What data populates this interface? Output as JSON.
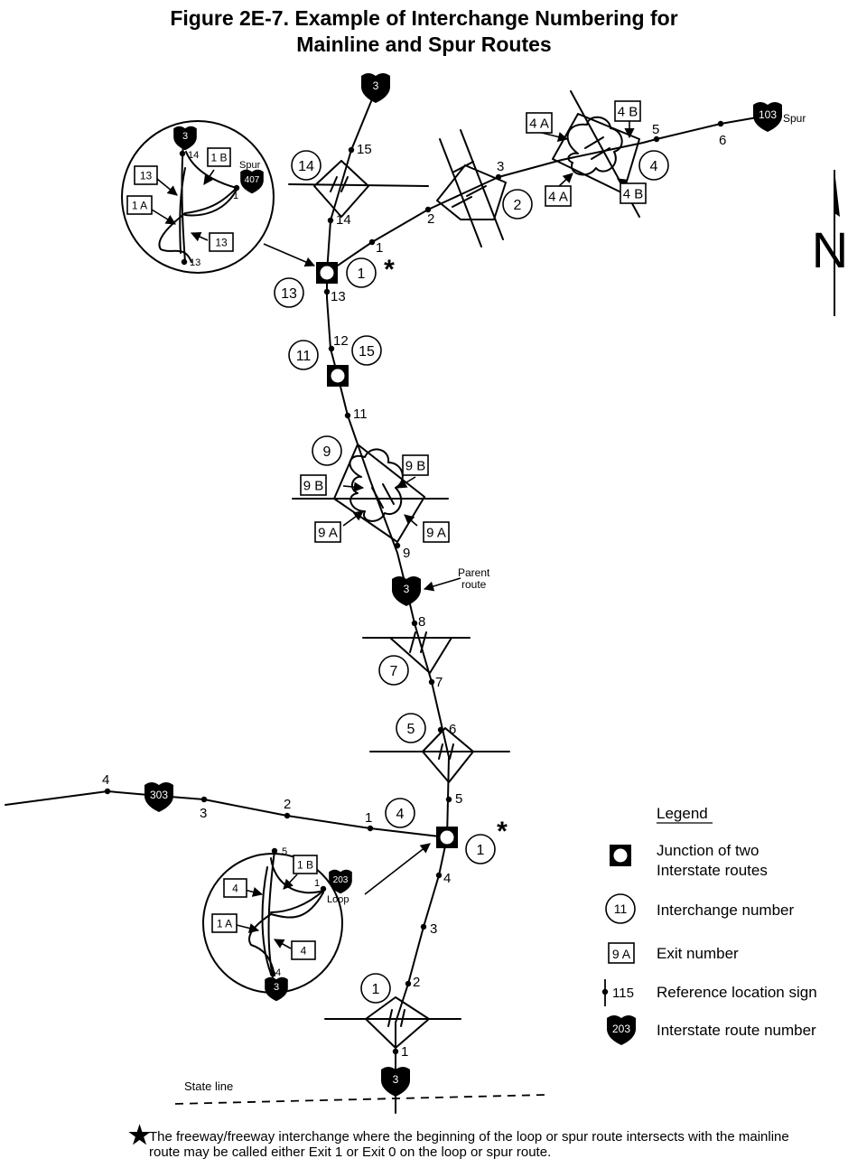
{
  "title": {
    "line1": "Figure 2E-7.  Example of Interchange Numbering for",
    "line2": "Mainline and Spur Routes"
  },
  "north_label": "N",
  "parent_route_label": [
    "Parent",
    "route"
  ],
  "state_line_label": "State line",
  "spur_label": "Spur",
  "loop_label": "Loop",
  "shields": {
    "mainline": "3",
    "spur_main": "103",
    "spur_inset": "407",
    "loop_main": "303",
    "loop_inset": "203"
  },
  "mainline_interchange_numbers": [
    "1",
    "5",
    "7",
    "9",
    "11",
    "13",
    "14"
  ],
  "mainline_reference_markers": [
    "1",
    "2",
    "3",
    "4",
    "5",
    "6",
    "7",
    "8",
    "9",
    "11",
    "12",
    "13",
    "14",
    "15"
  ],
  "mainline_exit_numbers": [
    "9 A",
    "9 B"
  ],
  "spur_interchange_numbers": [
    "1",
    "2",
    "4"
  ],
  "spur_reference_markers": [
    "1",
    "2",
    "3",
    "5",
    "6"
  ],
  "spur_exit_numbers": [
    "4 A",
    "4 B"
  ],
  "loop_interchange_numbers": [
    "1",
    "4",
    "15"
  ],
  "loop_reference_markers": [
    "1",
    "2",
    "3",
    "4"
  ],
  "spur_inset": {
    "exits": [
      "13",
      "1 B",
      "1 A",
      "13"
    ],
    "markers": [
      "14",
      "1",
      "13"
    ]
  },
  "loop_inset": {
    "exits": [
      "4",
      "1 B",
      "1 A",
      "4"
    ],
    "markers": [
      "5",
      "1",
      "4"
    ]
  },
  "legend": {
    "title": "Legend",
    "items": [
      {
        "symbol": "junction",
        "label_lines": [
          "Junction of two",
          "Interstate routes"
        ]
      },
      {
        "symbol": "interchange",
        "sample": "11",
        "label_lines": [
          "Interchange number"
        ]
      },
      {
        "symbol": "exit",
        "sample": "9 A",
        "label_lines": [
          "Exit number"
        ]
      },
      {
        "symbol": "reference",
        "sample": "115",
        "label_lines": [
          "Reference location sign"
        ]
      },
      {
        "symbol": "shield",
        "sample": "203",
        "label_lines": [
          "Interstate route number"
        ]
      }
    ]
  },
  "footnote": {
    "star": "★",
    "text": "The freeway/freeway interchange where the beginning of the loop or spur route intersects with the mainline route may be called either Exit 1 or Exit 0 on the loop or spur route."
  }
}
